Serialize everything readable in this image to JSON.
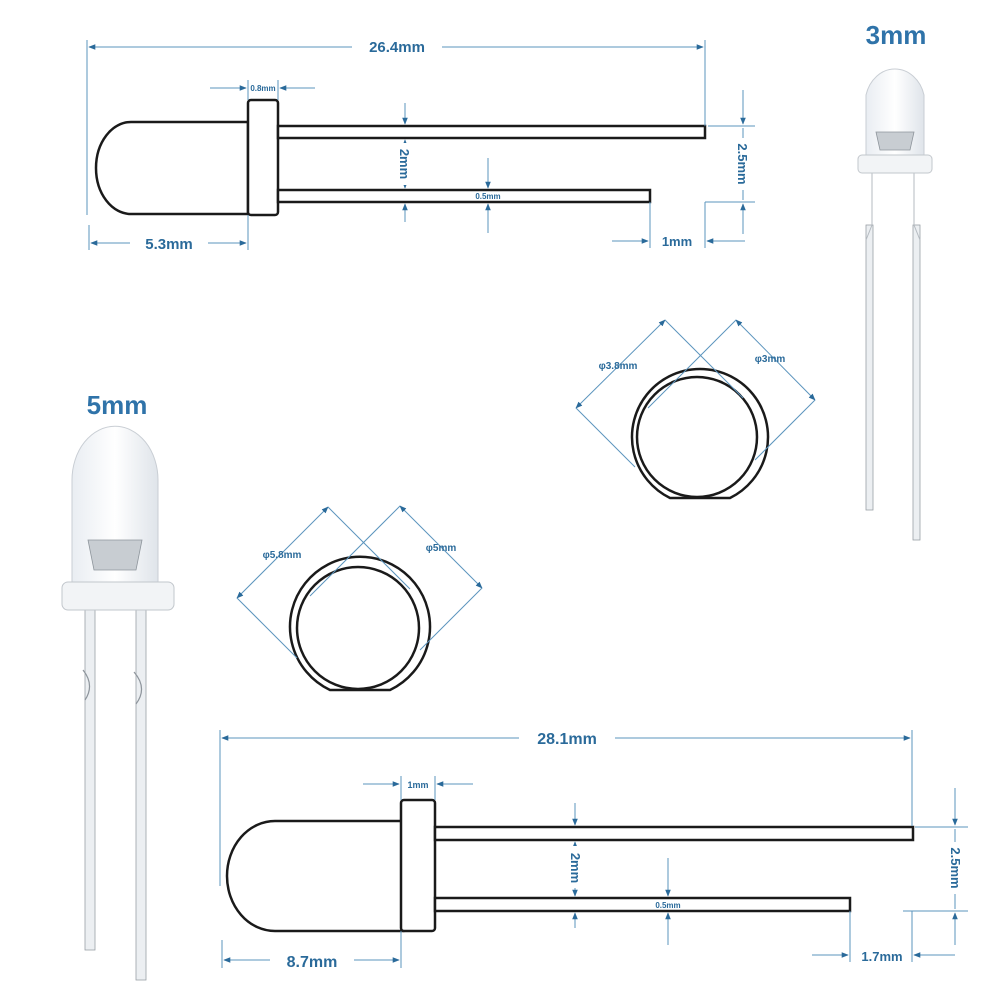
{
  "headings": {
    "small_led": "3mm",
    "large_led": "5mm"
  },
  "led3_side": {
    "total_length": "26.4mm",
    "flange_width": "0.8mm",
    "lead_spacing": "2mm",
    "lead_offset": "2.5mm",
    "lead_thickness": "0.5mm",
    "body_length": "5.3mm",
    "lead_diff": "1mm"
  },
  "led3_top": {
    "flange_dia": "φ3.8mm",
    "body_dia": "φ3mm"
  },
  "led5_top": {
    "flange_dia": "φ5.8mm",
    "body_dia": "φ5mm"
  },
  "led5_side": {
    "total_length": "28.1mm",
    "flange_width": "1mm",
    "lead_spacing": "2mm",
    "lead_offset": "2.5mm",
    "lead_thickness": "0.5mm",
    "body_length": "8.7mm",
    "lead_diff": "1.7mm"
  },
  "colors": {
    "dimension": "#2a6a9a",
    "heading": "#2f73a9",
    "outline": "#1a1a1a"
  }
}
